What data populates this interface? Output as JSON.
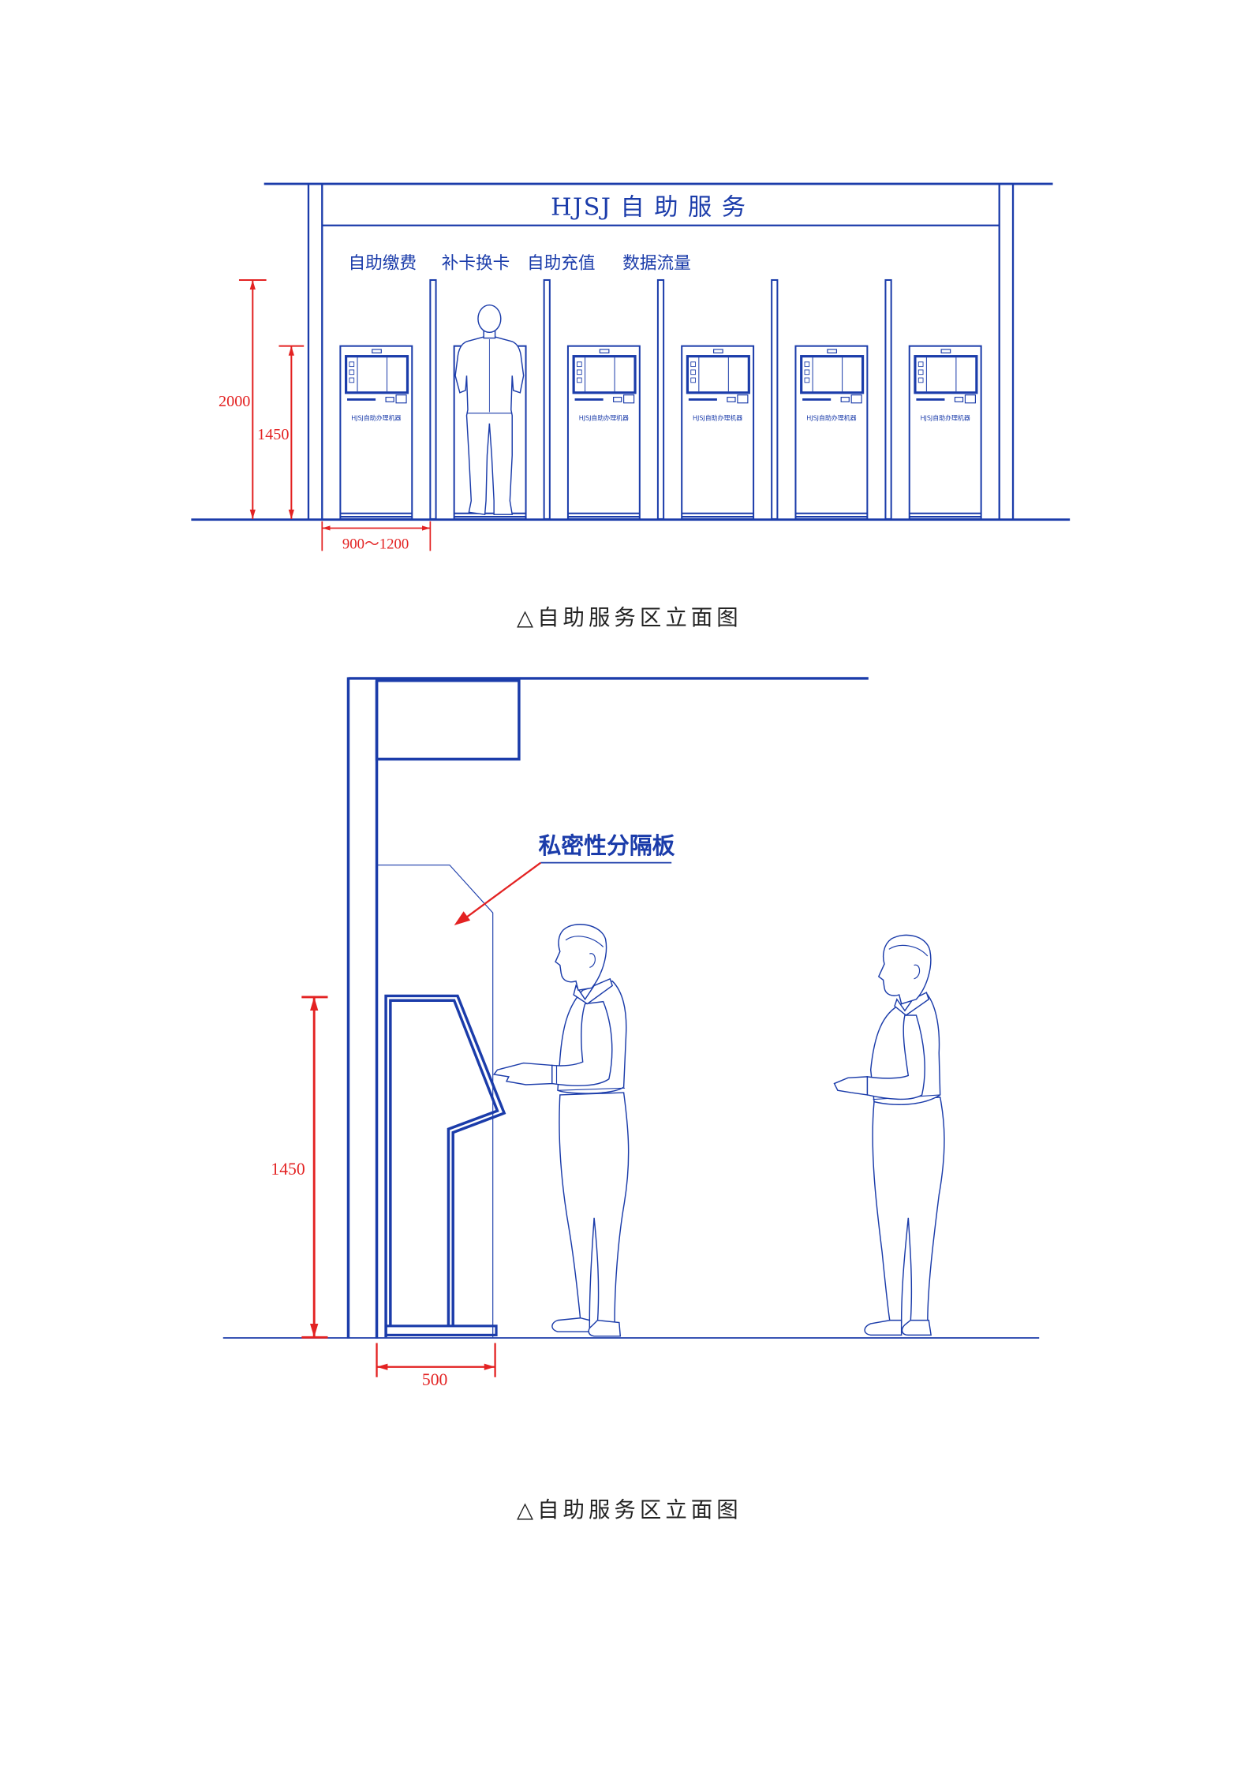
{
  "colors": {
    "line": "#1b3caa",
    "dimension": "#e32222",
    "caption": "#222222"
  },
  "front_elevation": {
    "sign_title": "HJSJ 自 助 服 务",
    "service_labels": [
      "自助缴费",
      "补卡换卡",
      "自助充值",
      "数据流量"
    ],
    "kiosk_label": "HJSJ自助办理机器",
    "dimensions": {
      "overall_height": "2000",
      "kiosk_height": "1450",
      "bay_width": "900～1200"
    },
    "caption": "△自助服务区立面图"
  },
  "side_elevation": {
    "panel_label": "私密性分隔板",
    "dimensions": {
      "kiosk_height": "1450",
      "kiosk_depth": "500"
    },
    "caption": "△自助服务区立面图"
  }
}
